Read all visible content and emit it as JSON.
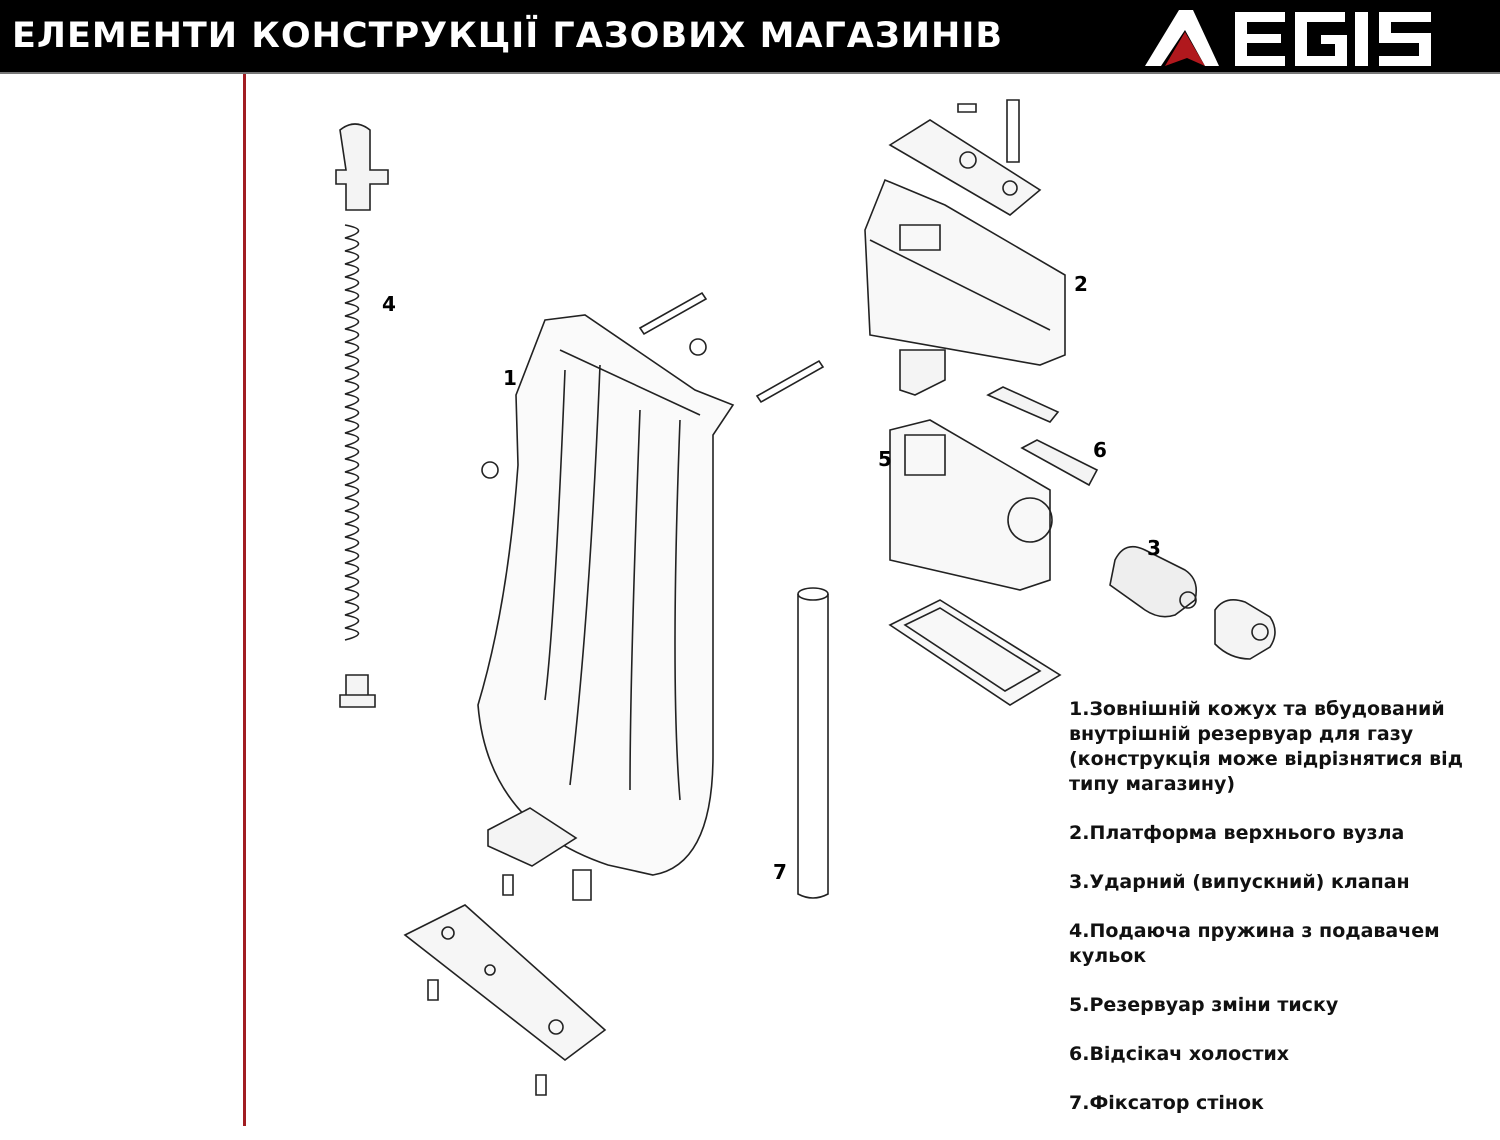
{
  "header": {
    "title": "ЕЛЕМЕНТИ КОНСТРУКЦІЇ ГАЗОВИХ МАГАЗИНІВ",
    "logo_text": "AEGIS",
    "accent_color": "#a11d22"
  },
  "part_numbers": [
    "1",
    "2",
    "3",
    "4",
    "5",
    "6",
    "7"
  ],
  "legend": [
    "1.Зовнішній кожух та вбудований внутрішній резервуар для газу (конструкція може відрізнятися від типу магазину)",
    "2.Платформа верхнього вузла",
    "3.Ударний (випускний) клапан",
    "4.Подаюча пружина з подавачем кульок",
    "5.Резервуар зміни тиску",
    "6.Відсікач холостих",
    "7.Фіксатор стінок"
  ]
}
